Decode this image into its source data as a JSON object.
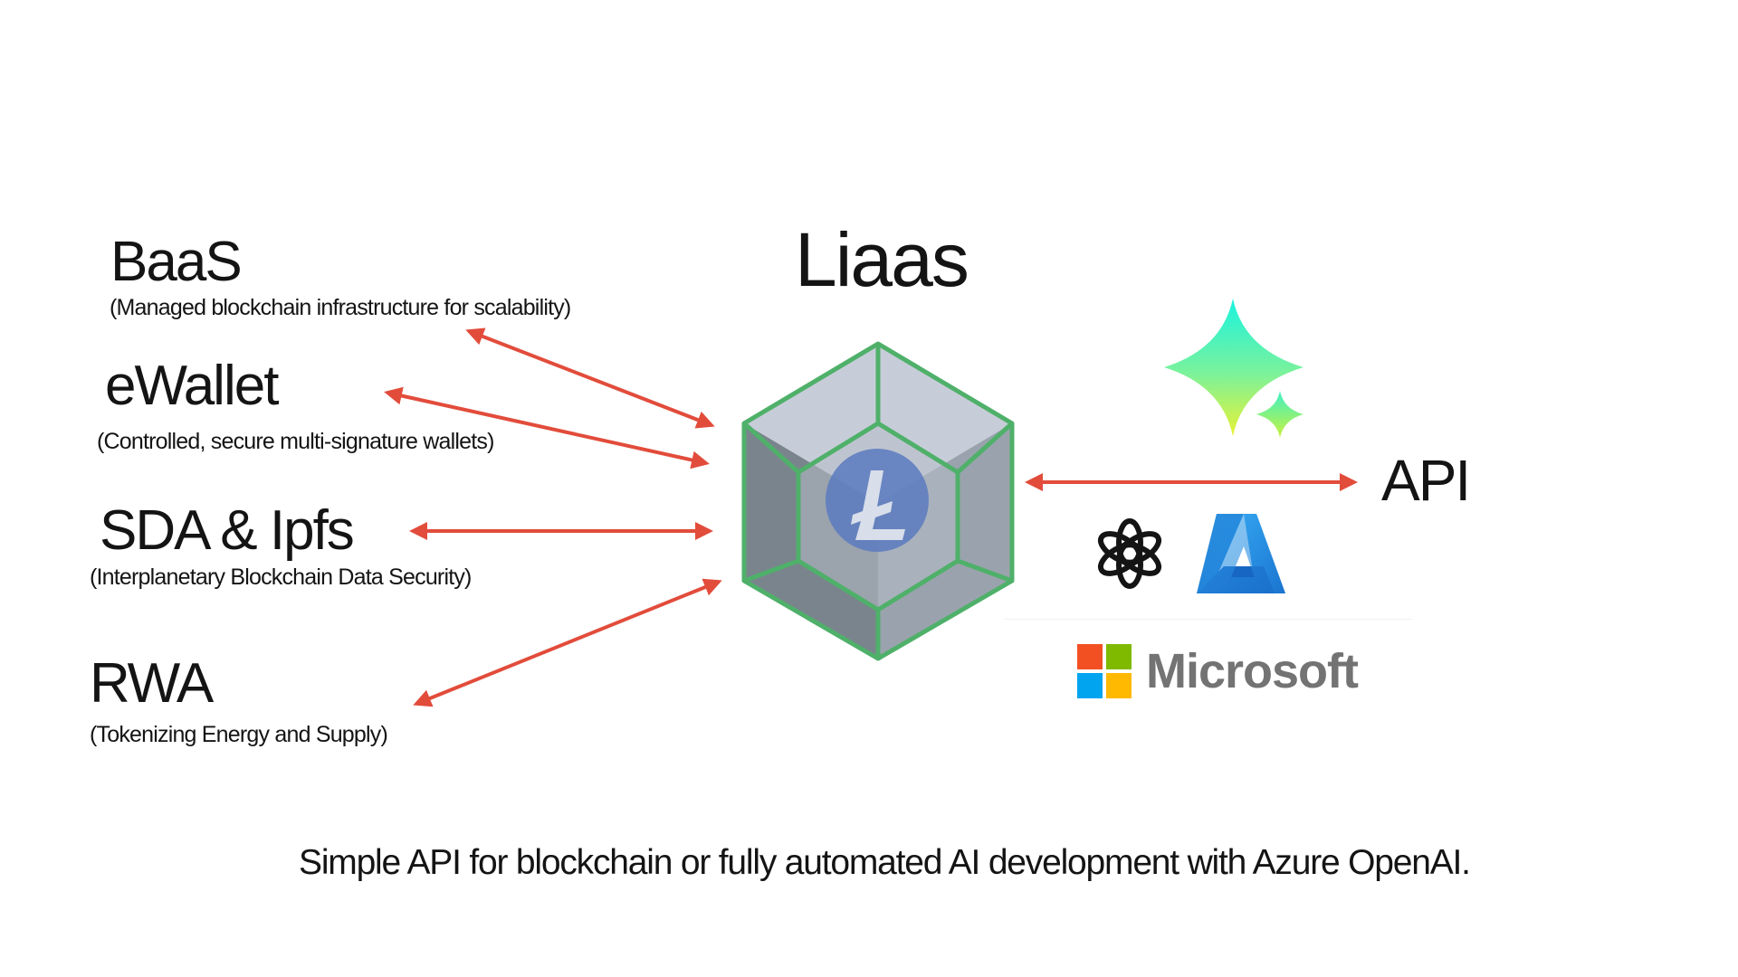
{
  "title": "Liaas",
  "services": [
    {
      "title": "BaaS",
      "subtitle": "(Managed blockchain infrastructure for scalability)"
    },
    {
      "title": "eWallet",
      "subtitle": "(Controlled, secure multi-signature wallets)"
    },
    {
      "title": "SDA & Ipfs",
      "subtitle": "(Interplanetary Blockchain Data Security)"
    },
    {
      "title": "RWA",
      "subtitle": "(Tokenizing Energy and Supply)"
    }
  ],
  "api_label": "API",
  "logos": {
    "center": "litecoin-icon",
    "sparkle": "gemini-sparkle-icon",
    "openai": "openai-icon",
    "azure": "azure-icon",
    "microsoft": "microsoft-logo",
    "microsoft_word": "Microsoft"
  },
  "footer": "Simple API for blockchain or fully automated AI development with Azure OpenAI.",
  "colors": {
    "arrow": "#e24c3b",
    "cube_edge": "#4fb06a",
    "coin": "#5a7bbf",
    "ms_red": "#f25022",
    "ms_green": "#7fba00",
    "ms_blue": "#00a4ef",
    "ms_yellow": "#ffb900"
  }
}
